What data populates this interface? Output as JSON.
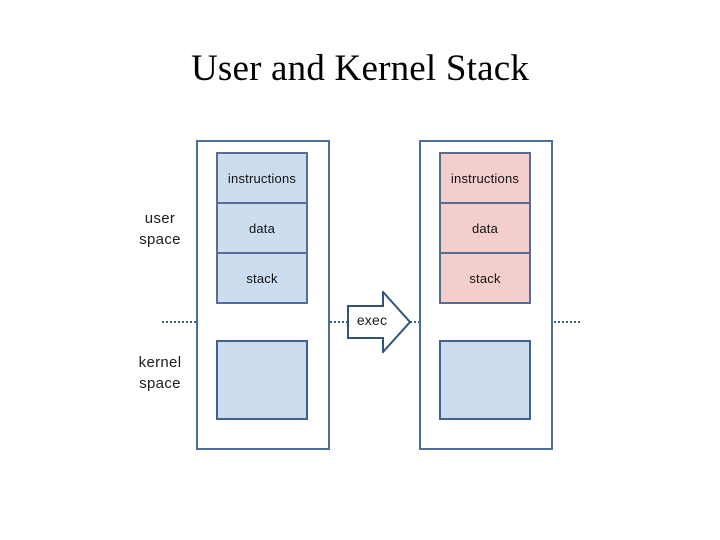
{
  "slide": {
    "title": "User and Kernel Stack",
    "background_color": "#ffffff"
  },
  "diagram": {
    "side_labels": {
      "user": "user\nspace",
      "user_line1": "user",
      "user_line2": "space",
      "kernel_line1": "kernel",
      "kernel_line2": "space"
    },
    "divider": {
      "style": "dotted",
      "color": "#3c5f86"
    },
    "transition": {
      "label": "exec",
      "icon": "right-block-arrow-icon",
      "fill": "#ffffff",
      "stroke": "#2f5278"
    },
    "columns": [
      {
        "name": "before-exec",
        "user_segments": [
          {
            "label": "instructions",
            "fill": "#ccddf0"
          },
          {
            "label": "data",
            "fill": "#ccddf0"
          },
          {
            "label": "stack",
            "fill": "#ccddf0"
          }
        ],
        "kernel_segment": {
          "label": "",
          "fill": "#ccddf0"
        }
      },
      {
        "name": "after-exec",
        "user_segments": [
          {
            "label": "instructions",
            "fill": "#f4cdcd"
          },
          {
            "label": "data",
            "fill": "#f4cdcd"
          },
          {
            "label": "stack",
            "fill": "#f4cdcd"
          }
        ],
        "kernel_segment": {
          "label": "",
          "fill": "#ccddf0"
        }
      }
    ]
  },
  "colors": {
    "blue_fill": "#ccddf0",
    "pink_fill": "#f4cdcd",
    "outer_border": "#4a6f9c",
    "segment_border": "#546e96",
    "kernel_border": "#3f6291",
    "text": "#111111"
  }
}
